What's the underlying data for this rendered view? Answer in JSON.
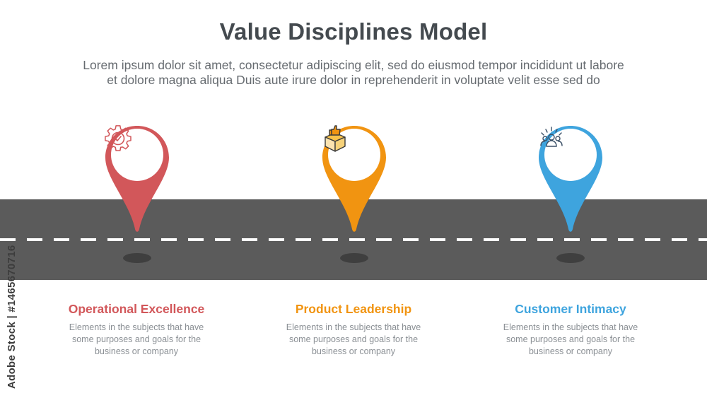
{
  "title": "Value Disciplines Model",
  "subtitle_lines": [
    "Lorem ipsum dolor sit amet, consectetur adipiscing elit, sed do eiusmod tempor incididunt ut labore",
    "et dolore magna aliqua Duis aute irure dolor in reprehenderit in voluptate velit esse sed do"
  ],
  "items": [
    {
      "title": "Operational Excellence",
      "color": "#d2575a",
      "icon": "gear-check-icon",
      "text_lines": [
        "Elements in the subjects that have",
        "some purposes and goals for the",
        "business or company"
      ]
    },
    {
      "title": "Product Leadership",
      "color": "#f19411",
      "icon": "box-thumbs-up-icon",
      "text_lines": [
        "Elements in the subjects that have",
        "some purposes and goals for the",
        "business or company"
      ]
    },
    {
      "title": "Customer Intimacy",
      "color": "#3ea4de",
      "icon": "people-group-icon",
      "text_lines": [
        "Elements in the subjects that have",
        "some purposes and goals for the",
        "business or company"
      ]
    }
  ],
  "watermark": "Adobe Stock | #1465670716"
}
